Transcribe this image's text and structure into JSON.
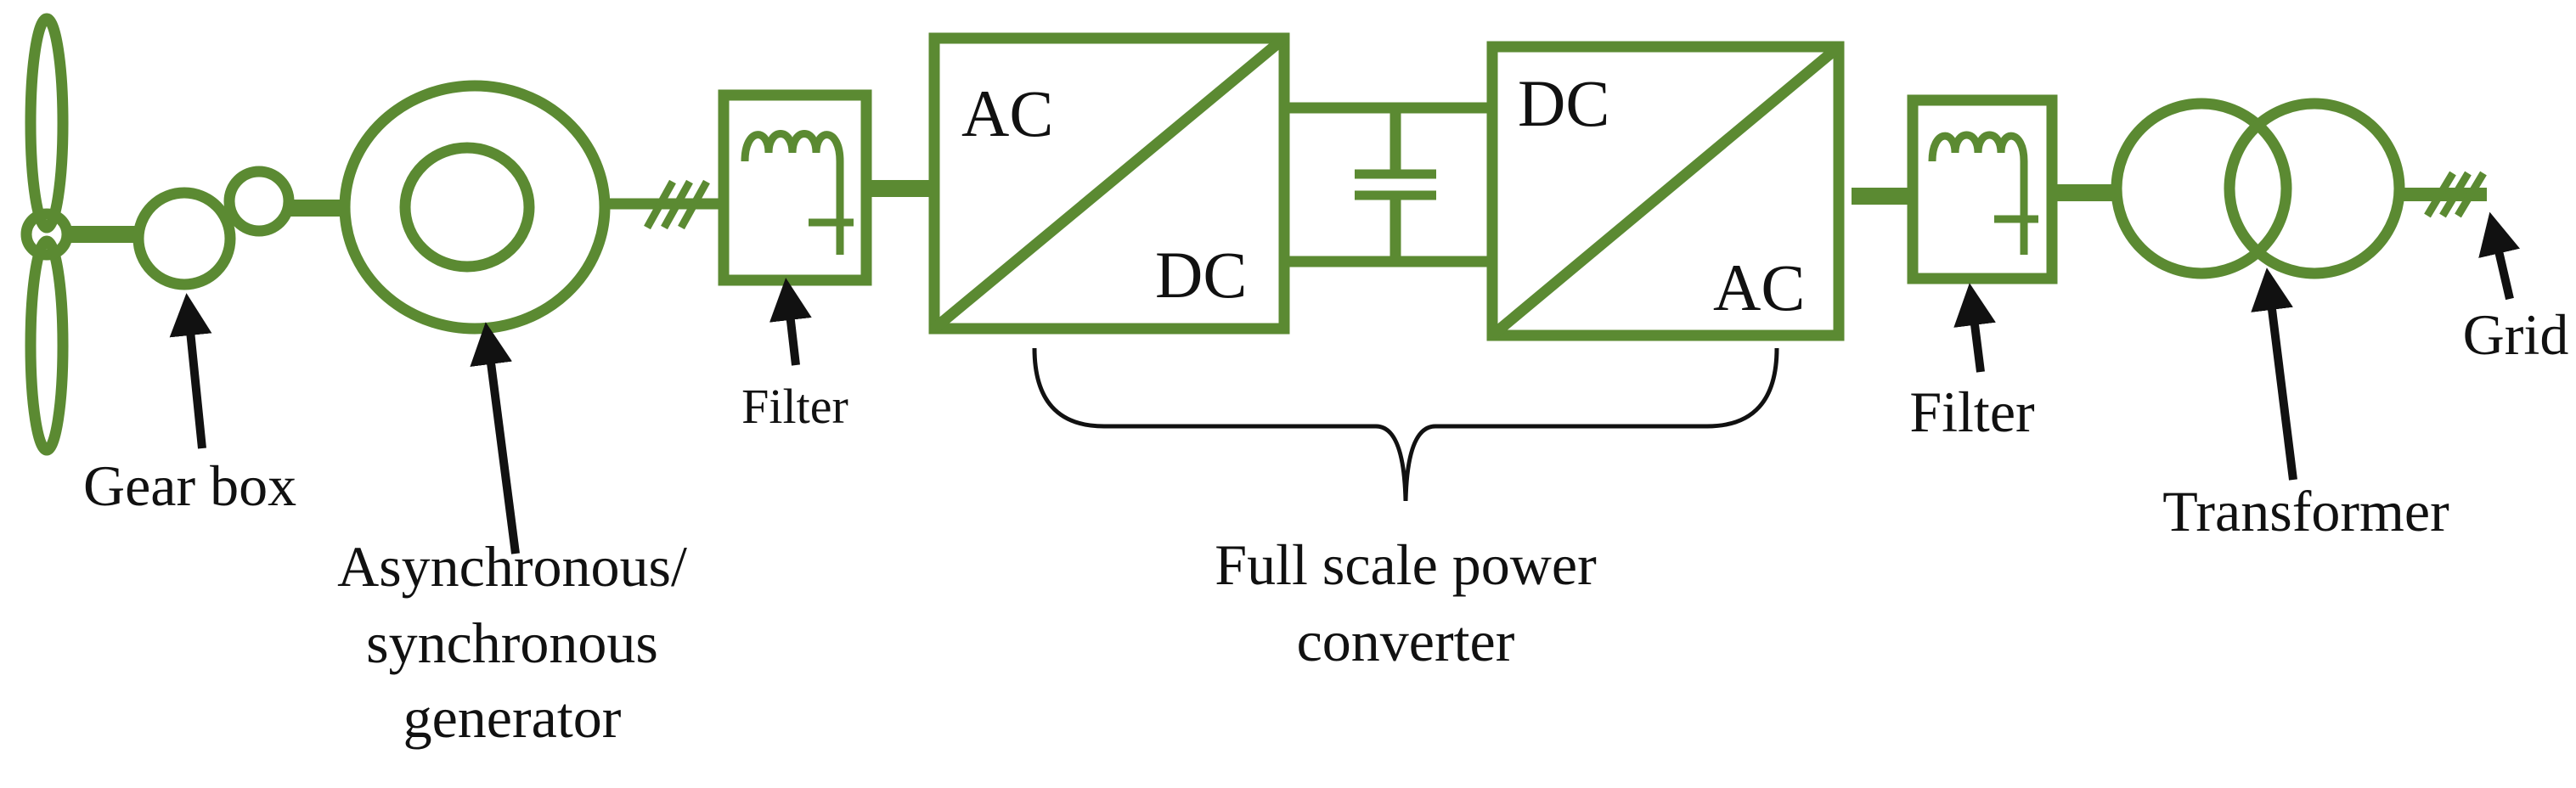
{
  "colors": {
    "component": "#5b8a32",
    "arrow": "#111111",
    "text": "#111111",
    "background": "#ffffff"
  },
  "converter": {
    "rectifier_in": "AC",
    "rectifier_out": "DC",
    "inverter_in": "DC",
    "inverter_out": "AC"
  },
  "labels": {
    "gear_box": "Gear box",
    "generator_line1": "Asynchronous/",
    "generator_line2": "synchronous",
    "generator_line3": "generator",
    "filter_left": "Filter",
    "converter_line1": "Full scale power",
    "converter_line2": "converter",
    "filter_right": "Filter",
    "transformer": "Transformer",
    "grid": "Grid"
  },
  "icons": {
    "turbine": "wind-turbine-rotor-icon",
    "gearbox": "gearbox-icon",
    "generator": "generator-icon",
    "filter": "lc-filter-icon",
    "converter": "ac-dc-converter-icon",
    "capacitor": "capacitor-icon",
    "transformer": "transformer-icon",
    "three_phase": "three-phase-line-icon"
  }
}
